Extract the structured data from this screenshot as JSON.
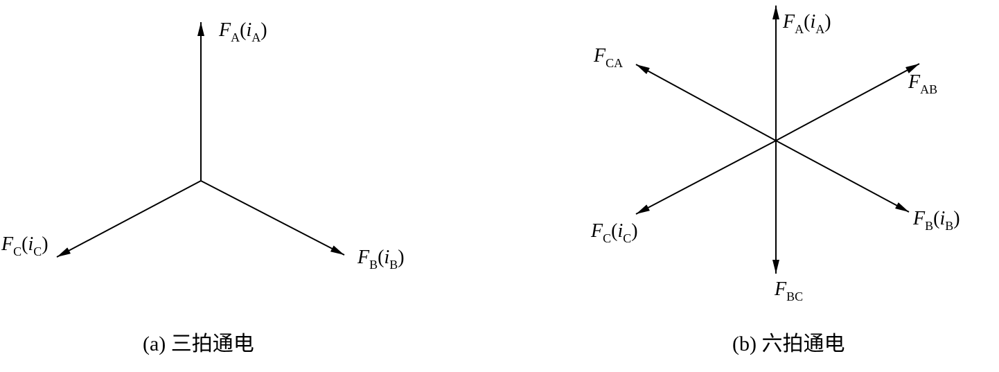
{
  "diagram_a": {
    "caption": "(a) 三拍通电",
    "vectors": [
      {
        "id": "A",
        "main": "F",
        "sub": "A",
        "paren_main": "i",
        "paren_sub": "A"
      },
      {
        "id": "B",
        "main": "F",
        "sub": "B",
        "paren_main": "i",
        "paren_sub": "B"
      },
      {
        "id": "C",
        "main": "F",
        "sub": "C",
        "paren_main": "i",
        "paren_sub": "C"
      }
    ]
  },
  "diagram_b": {
    "caption": "(b) 六拍通电",
    "vectors": [
      {
        "id": "A",
        "main": "F",
        "sub": "A",
        "paren_main": "i",
        "paren_sub": "A"
      },
      {
        "id": "AB",
        "main": "F",
        "sub": "AB"
      },
      {
        "id": "B",
        "main": "F",
        "sub": "B",
        "paren_main": "i",
        "paren_sub": "B"
      },
      {
        "id": "BC",
        "main": "F",
        "sub": "BC"
      },
      {
        "id": "C",
        "main": "F",
        "sub": "C",
        "paren_main": "i",
        "paren_sub": "C"
      },
      {
        "id": "CA",
        "main": "F",
        "sub": "CA"
      }
    ]
  },
  "colors": {
    "ink": "#000000",
    "background": "#ffffff"
  }
}
